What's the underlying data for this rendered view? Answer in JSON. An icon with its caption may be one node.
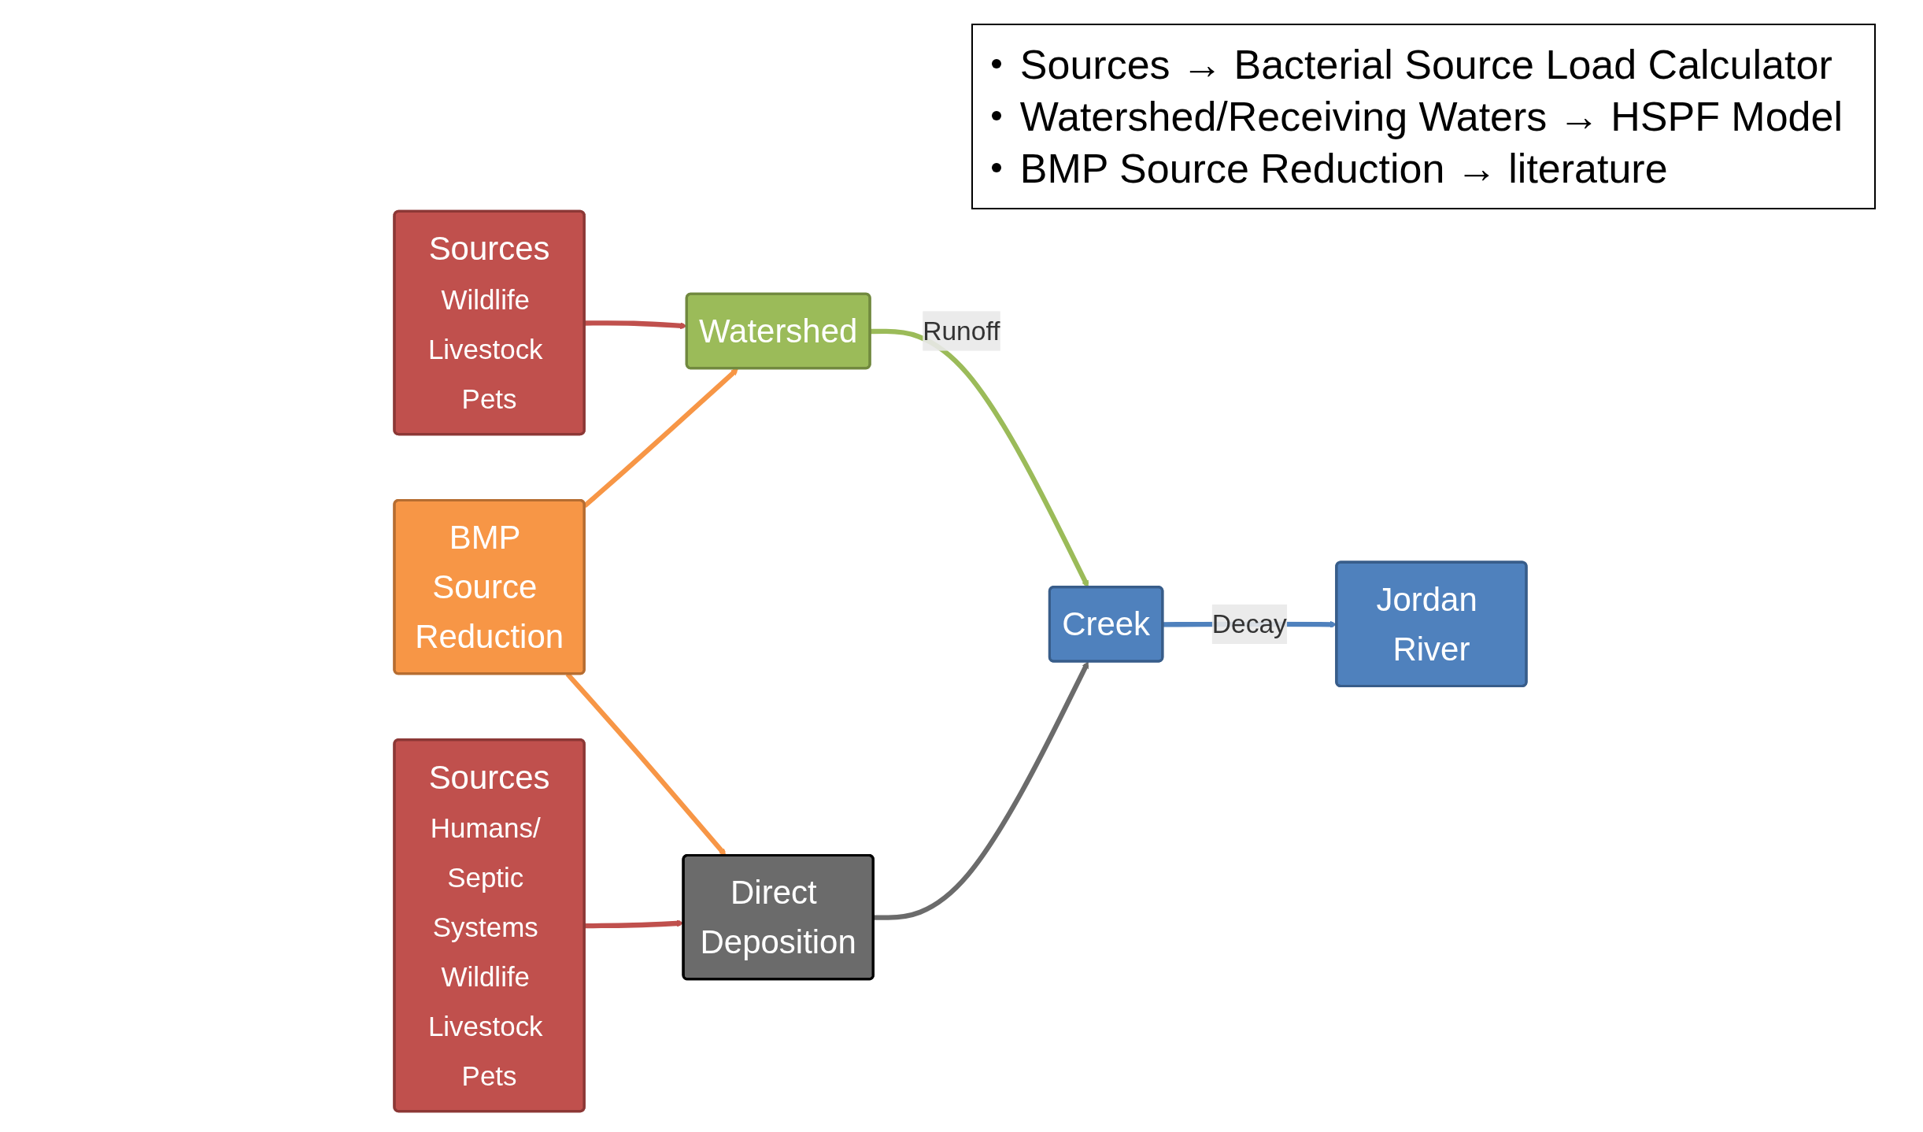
{
  "diagram": {
    "nodes": [
      {
        "text": [
          "Sources",
          "Wildlife Livestock Pets"
        ]
      },
      {
        "text": [
          "Watershed"
        ]
      },
      {
        "text": [
          "Creek"
        ]
      },
      {
        "text": [
          "Jordan River"
        ]
      },
      {
        "text": [
          "BMP Source Reduction"
        ]
      },
      {
        "text": [
          "Direct Deposition"
        ]
      },
      {
        "text": [
          "Sources",
          "Humans/ Septic Systems Wildlife Livestock Pets"
        ]
      }
    ],
    "edges": [
      {
        "from": 0,
        "to": 1,
        "arrow": "to",
        "color": "#c0504d"
      },
      {
        "from": 1,
        "to": 2,
        "arrow": "to",
        "label": "Runoff",
        "color": "#9bbb59"
      },
      {
        "from": 2,
        "to": 3,
        "arrow": "to",
        "label": "Decay",
        "color": "#4f81bd"
      },
      {
        "from": 4,
        "to": 1,
        "arrow": "to",
        "color": "#f79646"
      },
      {
        "from": 4,
        "to": 5,
        "arrow": "to",
        "color": "#f79646"
      },
      {
        "from": 6,
        "to": 5,
        "arrow": "to",
        "color": "#c0504d"
      },
      {
        "from": 5,
        "to": 2,
        "arrow": "to",
        "color": "#6b6b6b"
      }
    ],
    "labels": [
      "Sources → Bacterial Source Load Calculator",
      "Watershed/Receiving Waters → HSPF Model",
      "BMP Source Reduction → literature"
    ]
  }
}
